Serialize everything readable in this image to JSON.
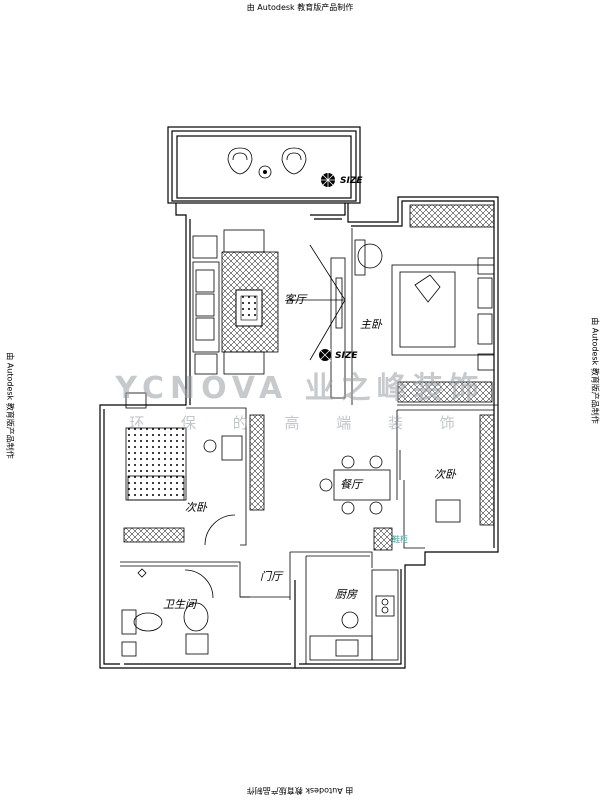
{
  "notes": {
    "top": "由 Autodesk 教育版产品制作",
    "bottom": "由 Autodesk 教育版产品制作",
    "left": "由 Autodesk 教育版产品制作",
    "right": "由 Autodesk 教育版产品制作"
  },
  "watermark": {
    "brand": "YCNOVA 业之峰装饰",
    "slogan": "环 保 的 高 端 装 饰"
  },
  "rooms": {
    "living": "客厅",
    "master_bedroom": "主卧",
    "second_bedroom_left": "次卧",
    "second_bedroom_right": "次卧",
    "dining": "餐厅",
    "entrance": "门厅",
    "kitchen": "厨房",
    "bathroom": "卫生间"
  },
  "tags": {
    "size_top": "SIZE",
    "size_mid": "SIZE"
  },
  "aisle_note": "鞋柜"
}
